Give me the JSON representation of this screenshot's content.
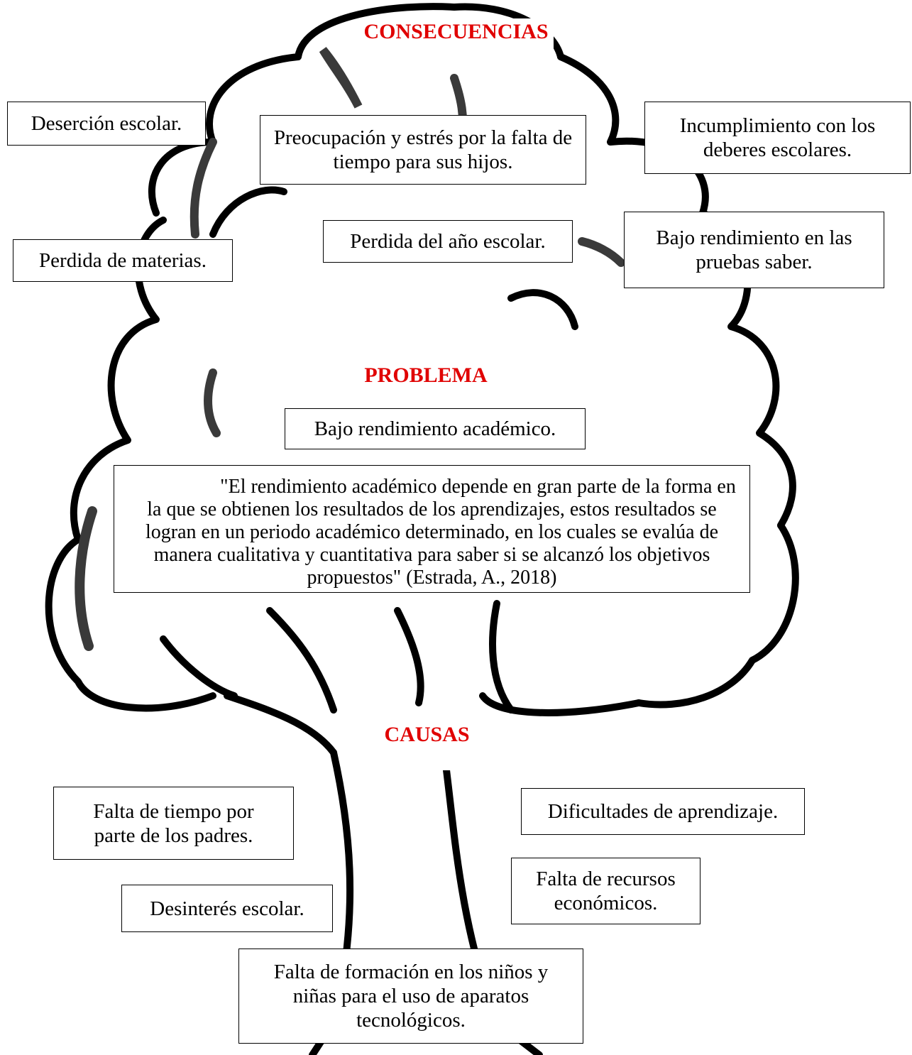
{
  "headings": {
    "consequences": "CONSECUENCIAS",
    "problem": "PROBLEMA",
    "causes": "CAUSAS"
  },
  "consequences": [
    "Deserción escolar.",
    "Preocupación y estrés por la falta de tiempo para sus hijos.",
    "Incumplimiento con los deberes escolares.",
    "Perdida de materias.",
    "Perdida del año escolar.",
    "Bajo rendimiento en las pruebas saber."
  ],
  "problem": {
    "statement": "Bajo rendimiento académico.",
    "quote": "\"El rendimiento académico depende en gran parte de la forma en la que se obtienen los resultados de los aprendizajes, estos resultados se logran en un periodo académico determinado, en los cuales se evalúa de manera cualitativa y cuantitativa para saber si se alcanzó los objetivos propuestos\" (Estrada, A., 2018)"
  },
  "causes": [
    "Falta de tiempo por parte de los padres.",
    "Dificultades de aprendizaje.",
    "Desinterés escolar.",
    "Falta de recursos económicos.",
    "Falta de formación en los niños y niñas para el uso de aparatos tecnológicos."
  ],
  "colors": {
    "heading": "#e00000",
    "outline": "#000000",
    "leaf_accent": "#3a3a3a"
  }
}
